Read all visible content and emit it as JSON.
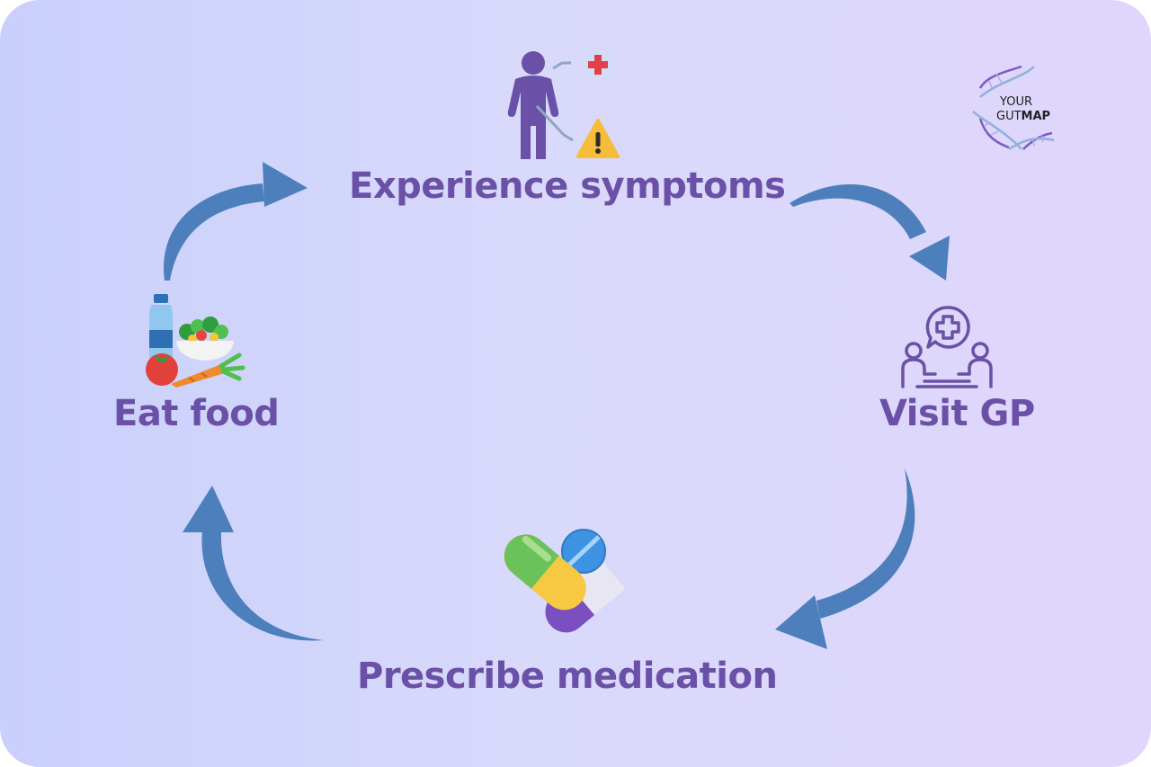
{
  "diagram": {
    "steps": [
      {
        "label": "Experience symptoms"
      },
      {
        "label": "Visit GP"
      },
      {
        "label": "Prescribe medication"
      },
      {
        "label": "Eat food"
      }
    ]
  },
  "logo": {
    "line1": "YOUR",
    "line2_a": "GUT",
    "line2_b": "MAP"
  },
  "colors": {
    "background_left": "#c9d0fb",
    "background_right": "#e0d6fb",
    "label_text": "#6a50a7",
    "arrow": "#4d7fbd",
    "person": "#6a50a7"
  },
  "icons": {
    "symptoms": "person-with-symptoms-icon",
    "gp": "doctor-consultation-icon",
    "medication": "pills-icon",
    "food": "groceries-icon"
  }
}
